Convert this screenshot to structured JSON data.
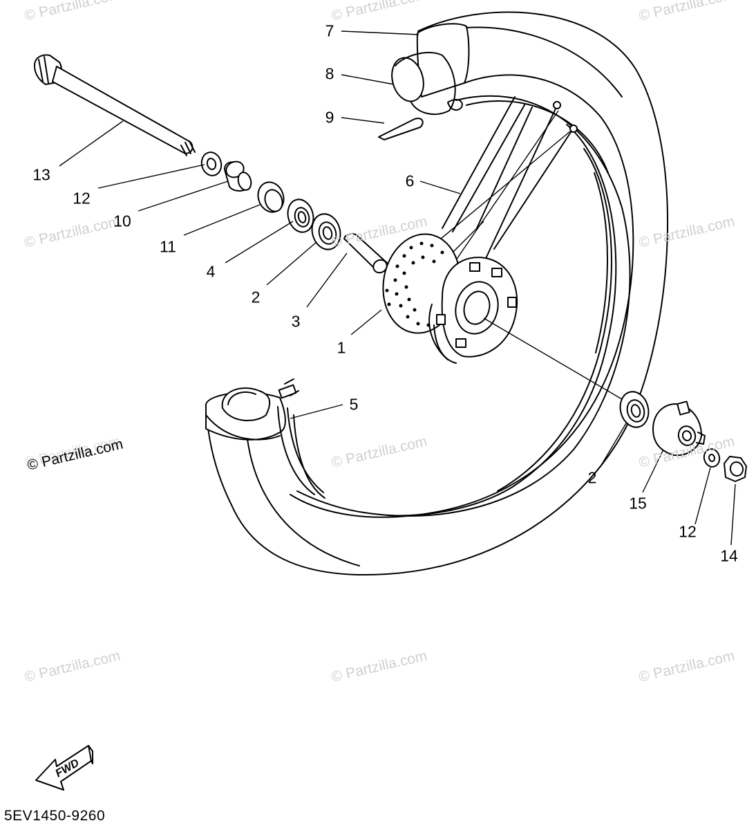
{
  "watermarks": [
    "© Partzilla.com",
    "© Partzilla.com",
    "© Partzilla.com",
    "© Partzilla.com",
    "© Partzilla.com",
    "© Partzilla.com",
    "© Partzilla.com",
    "© Partzilla.com",
    "© Partzilla.com",
    "© Partzilla.com",
    "© Partzilla.com",
    "© Partzilla.com"
  ],
  "watermark_main": "© Partzilla.com",
  "callouts": {
    "c7": "7",
    "c8": "8",
    "c9": "9",
    "c13": "13",
    "c12a": "12",
    "c10": "10",
    "c11": "11",
    "c4": "4",
    "c2a": "2",
    "c3": "3",
    "c1": "1",
    "c6": "6",
    "c5": "5",
    "c2b": "2",
    "c15": "15",
    "c12b": "12",
    "c14": "14"
  },
  "fwd_label": "FWD",
  "diagram_code": "5EV1450-9260"
}
